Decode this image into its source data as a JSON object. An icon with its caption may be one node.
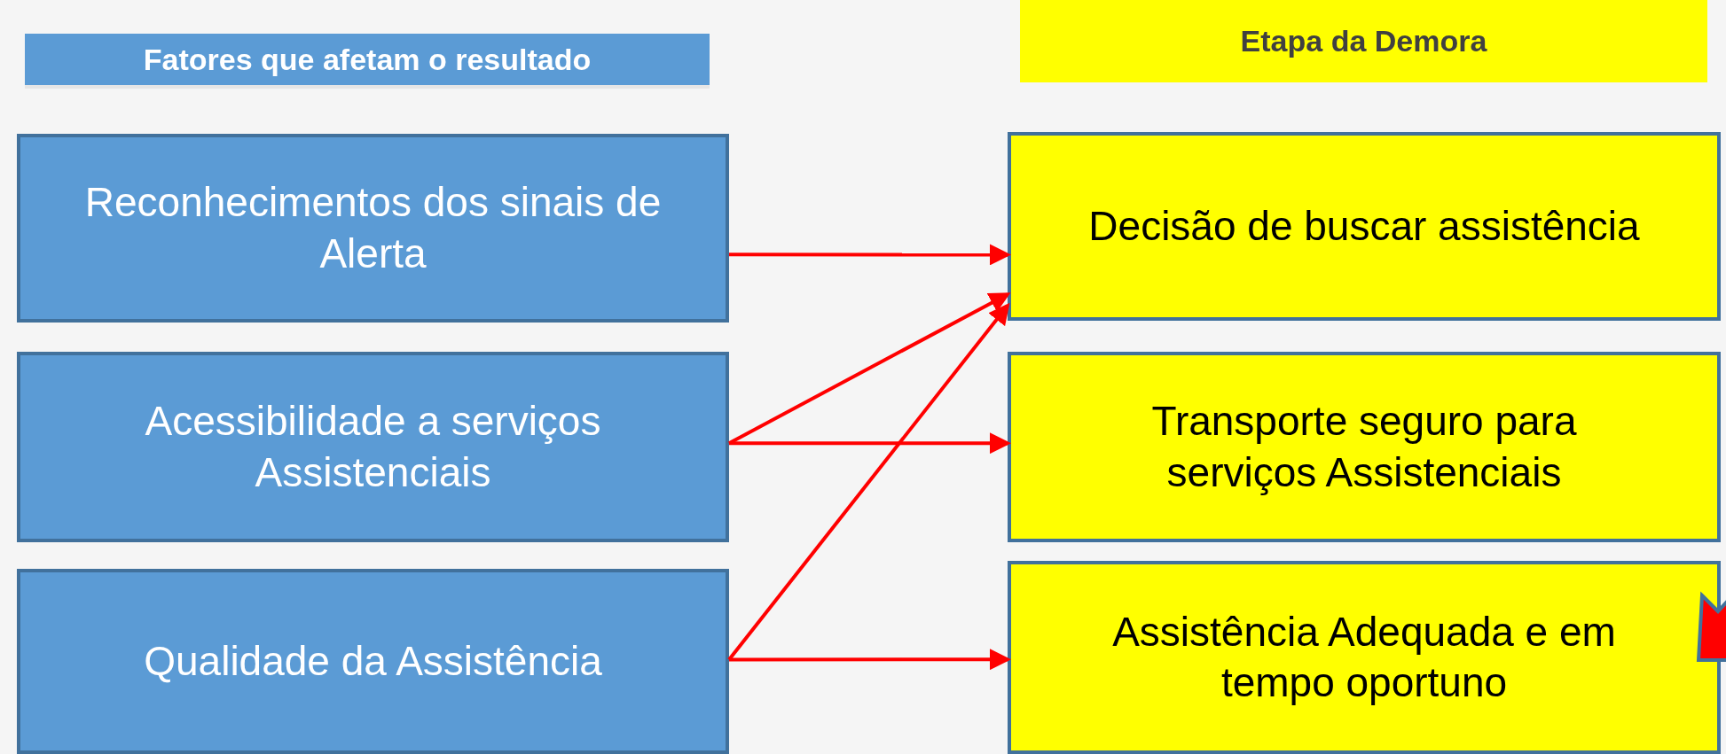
{
  "diagram": {
    "nodes": [
      {
        "text": [
          "Fatores que afetam o resultado"
        ]
      },
      {
        "text": [
          "Etapa da Demora"
        ]
      },
      {
        "text": [
          "Reconhecimentos dos sinais de Alerta"
        ]
      },
      {
        "text": [
          "Acessibilidade a serviços Assistenciais"
        ]
      },
      {
        "text": [
          "Qualidade da Assistência"
        ]
      },
      {
        "text": [
          "Decisão de buscar assistência"
        ]
      },
      {
        "text": [
          "Transporte seguro para serviços Assistenciais"
        ]
      },
      {
        "text": [
          "Assistência Adequada e em tempo oportuno"
        ]
      }
    ],
    "edges": [
      {
        "from": 2,
        "to": 5,
        "arrow": "to"
      },
      {
        "from": 3,
        "to": 5,
        "arrow": "to"
      },
      {
        "from": 3,
        "to": 6,
        "arrow": "to"
      },
      {
        "from": 4,
        "to": 5,
        "arrow": "to"
      },
      {
        "from": 4,
        "to": 7,
        "arrow": "to"
      }
    ]
  }
}
